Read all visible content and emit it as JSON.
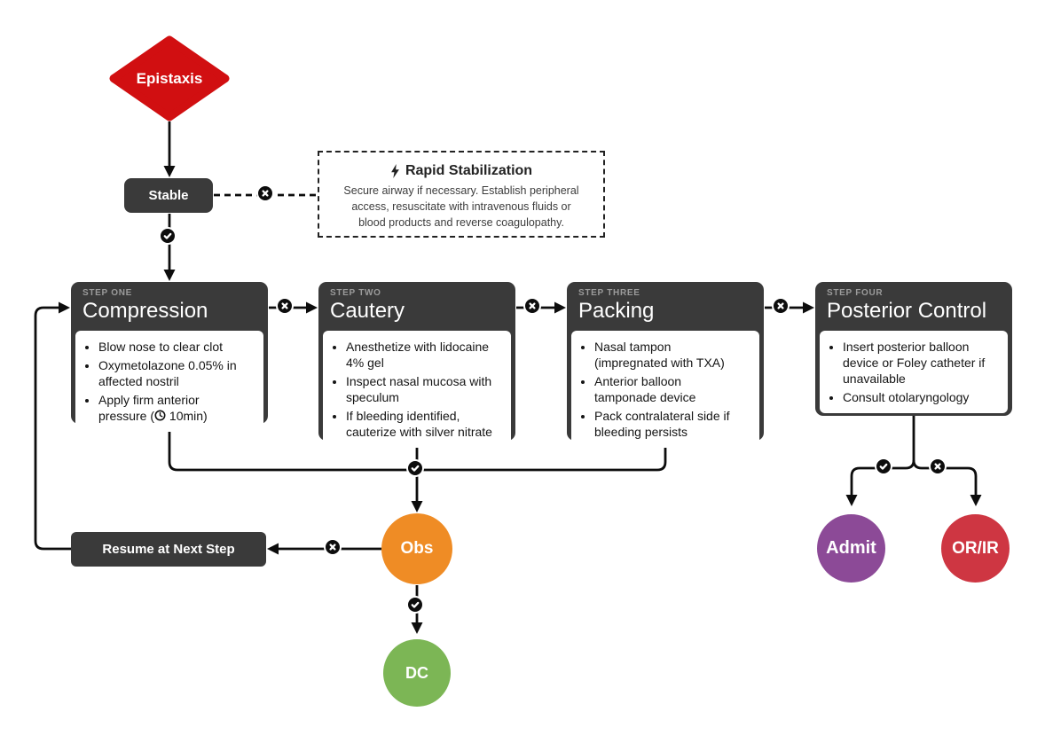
{
  "start": {
    "label": "Epistaxis"
  },
  "triage": {
    "label": "Stable"
  },
  "rapid_stabilization": {
    "title": "Rapid Stabilization",
    "body": "Secure airway if necessary. Establish peripheral\naccess, resuscitate with intravenous fluids or\nblood products and reverse coagulopathy."
  },
  "steps": [
    {
      "kicker": "STEP ONE",
      "title": "Compression",
      "bullets": [
        "Blow nose to clear clot",
        "Oxymetolazone 0.05% in\naffected nostril"
      ],
      "timed_bullet": {
        "prefix": "Apply firm anterior\npressure (",
        "suffix": " 10min)"
      }
    },
    {
      "kicker": "STEP TWO",
      "title": "Cautery",
      "bullets": [
        "Anesthetize with lidocaine\n4% gel",
        "Inspect nasal mucosa with\nspeculum",
        "If bleeding identified,\ncauterize with silver nitrate"
      ]
    },
    {
      "kicker": "STEP THREE",
      "title": "Packing",
      "bullets": [
        "Nasal tampon\n(impregnated with TXA)",
        "Anterior balloon\ntamponade device",
        "Pack contralateral side if\nbleeding persists"
      ]
    },
    {
      "kicker": "STEP FOUR",
      "title": "Posterior Control",
      "bullets": [
        "Insert posterior balloon\ndevice or Foley catheter if\nunavailable",
        "Consult otolaryngology"
      ]
    }
  ],
  "loop": {
    "resume_label": "Resume at Next Step"
  },
  "outcomes": {
    "observe": "Obs",
    "discharge": "DC",
    "admit": "Admit",
    "or_ir": "OR/IR"
  },
  "colors": {
    "node_dark": "#3a3a3a",
    "start_red": "#d10f11",
    "observe_orange": "#ef8c25",
    "discharge_green": "#7cb655",
    "admit_purple": "#8c4a97",
    "or_ir_red": "#ce3642"
  }
}
